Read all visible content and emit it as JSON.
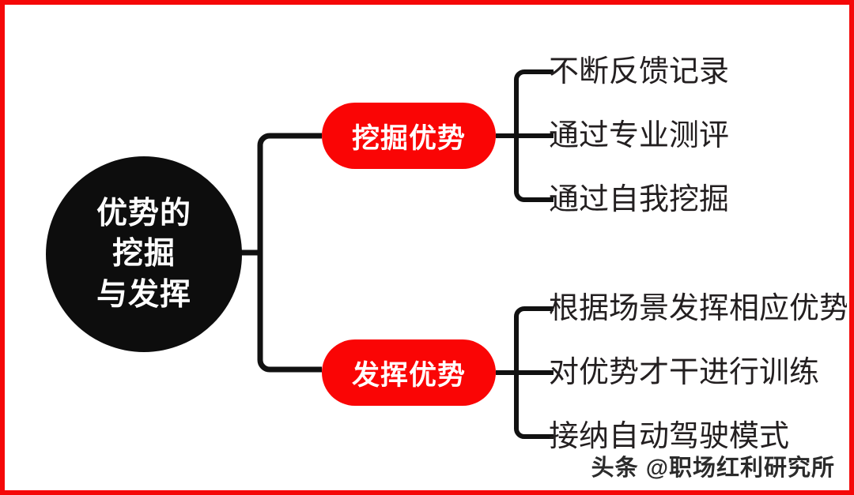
{
  "diagram": {
    "title": "优势的挖掘与发挥",
    "root": {
      "lines": [
        "优势的",
        "挖掘",
        "与发挥"
      ],
      "bg_color": "#0d0d0d",
      "text_color": "#ffffff"
    },
    "branches": [
      {
        "label": "挖掘优势",
        "bg_color": "#fa0505",
        "text_color": "#ffffff",
        "leaves": [
          "不断反馈记录",
          "通过专业测评",
          "通过自我挖掘"
        ]
      },
      {
        "label": "发挥优势",
        "bg_color": "#fa0505",
        "text_color": "#ffffff",
        "leaves": [
          "根据场景发挥相应优势",
          "对优势才干进行训练",
          "接纳自动驾驶模式"
        ]
      }
    ],
    "connector_color": "#111111",
    "frame_color": "#f50808"
  },
  "watermark": {
    "text": "头条 @职场红利研究所"
  }
}
